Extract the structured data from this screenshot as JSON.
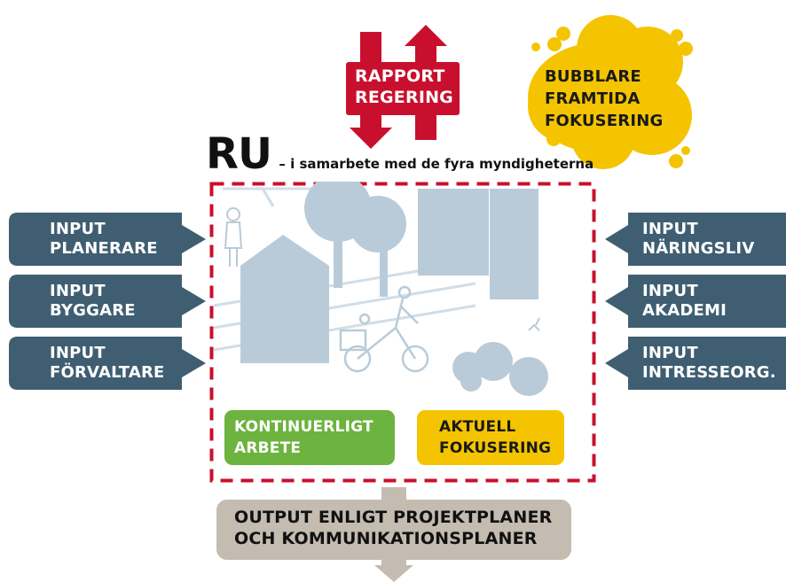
{
  "rapport": {
    "line1": "RAPPORT",
    "line2": "REGERING"
  },
  "bubbla": {
    "line1": "BUBBLARE",
    "line2": "FRAMTIDA",
    "line3": "FOKUSERING"
  },
  "heading": {
    "ru": "RU",
    "subtitle": "– i samarbete med de fyra myndigheterna"
  },
  "inputs_left": [
    {
      "line1": "INPUT",
      "line2": "PLANERARE"
    },
    {
      "line1": "INPUT",
      "line2": "BYGGARE"
    },
    {
      "line1": "INPUT",
      "line2": "FÖRVALTARE"
    }
  ],
  "inputs_right": [
    {
      "line1": "INPUT",
      "line2": "NÄRINGSLIV"
    },
    {
      "line1": "INPUT",
      "line2": "AKADEMI"
    },
    {
      "line1": "INPUT",
      "line2": "INTRESSEORG."
    }
  ],
  "kontinuerligt": {
    "line1": "KONTINUERLIGT",
    "line2": "ARBETE"
  },
  "aktuell": {
    "line1": "AKTUELL",
    "line2": "FOKUSERING"
  },
  "output": {
    "line1": "OUTPUT ENLIGT PROJEKTPLANER",
    "line2": "OCH KOMMUNIKATIONSPLANER"
  },
  "colors": {
    "red": "#c8102e",
    "yellow": "#f5c400",
    "input_blue": "#3f5e72",
    "illustration": "#b9cbd8",
    "green": "#6cb33f",
    "output_grey": "#c4bcb0"
  },
  "icons": [
    "person-icon",
    "house-icon",
    "tree-icon",
    "building-icon",
    "cyclist-icon",
    "bushes-icon",
    "bird-icon"
  ]
}
